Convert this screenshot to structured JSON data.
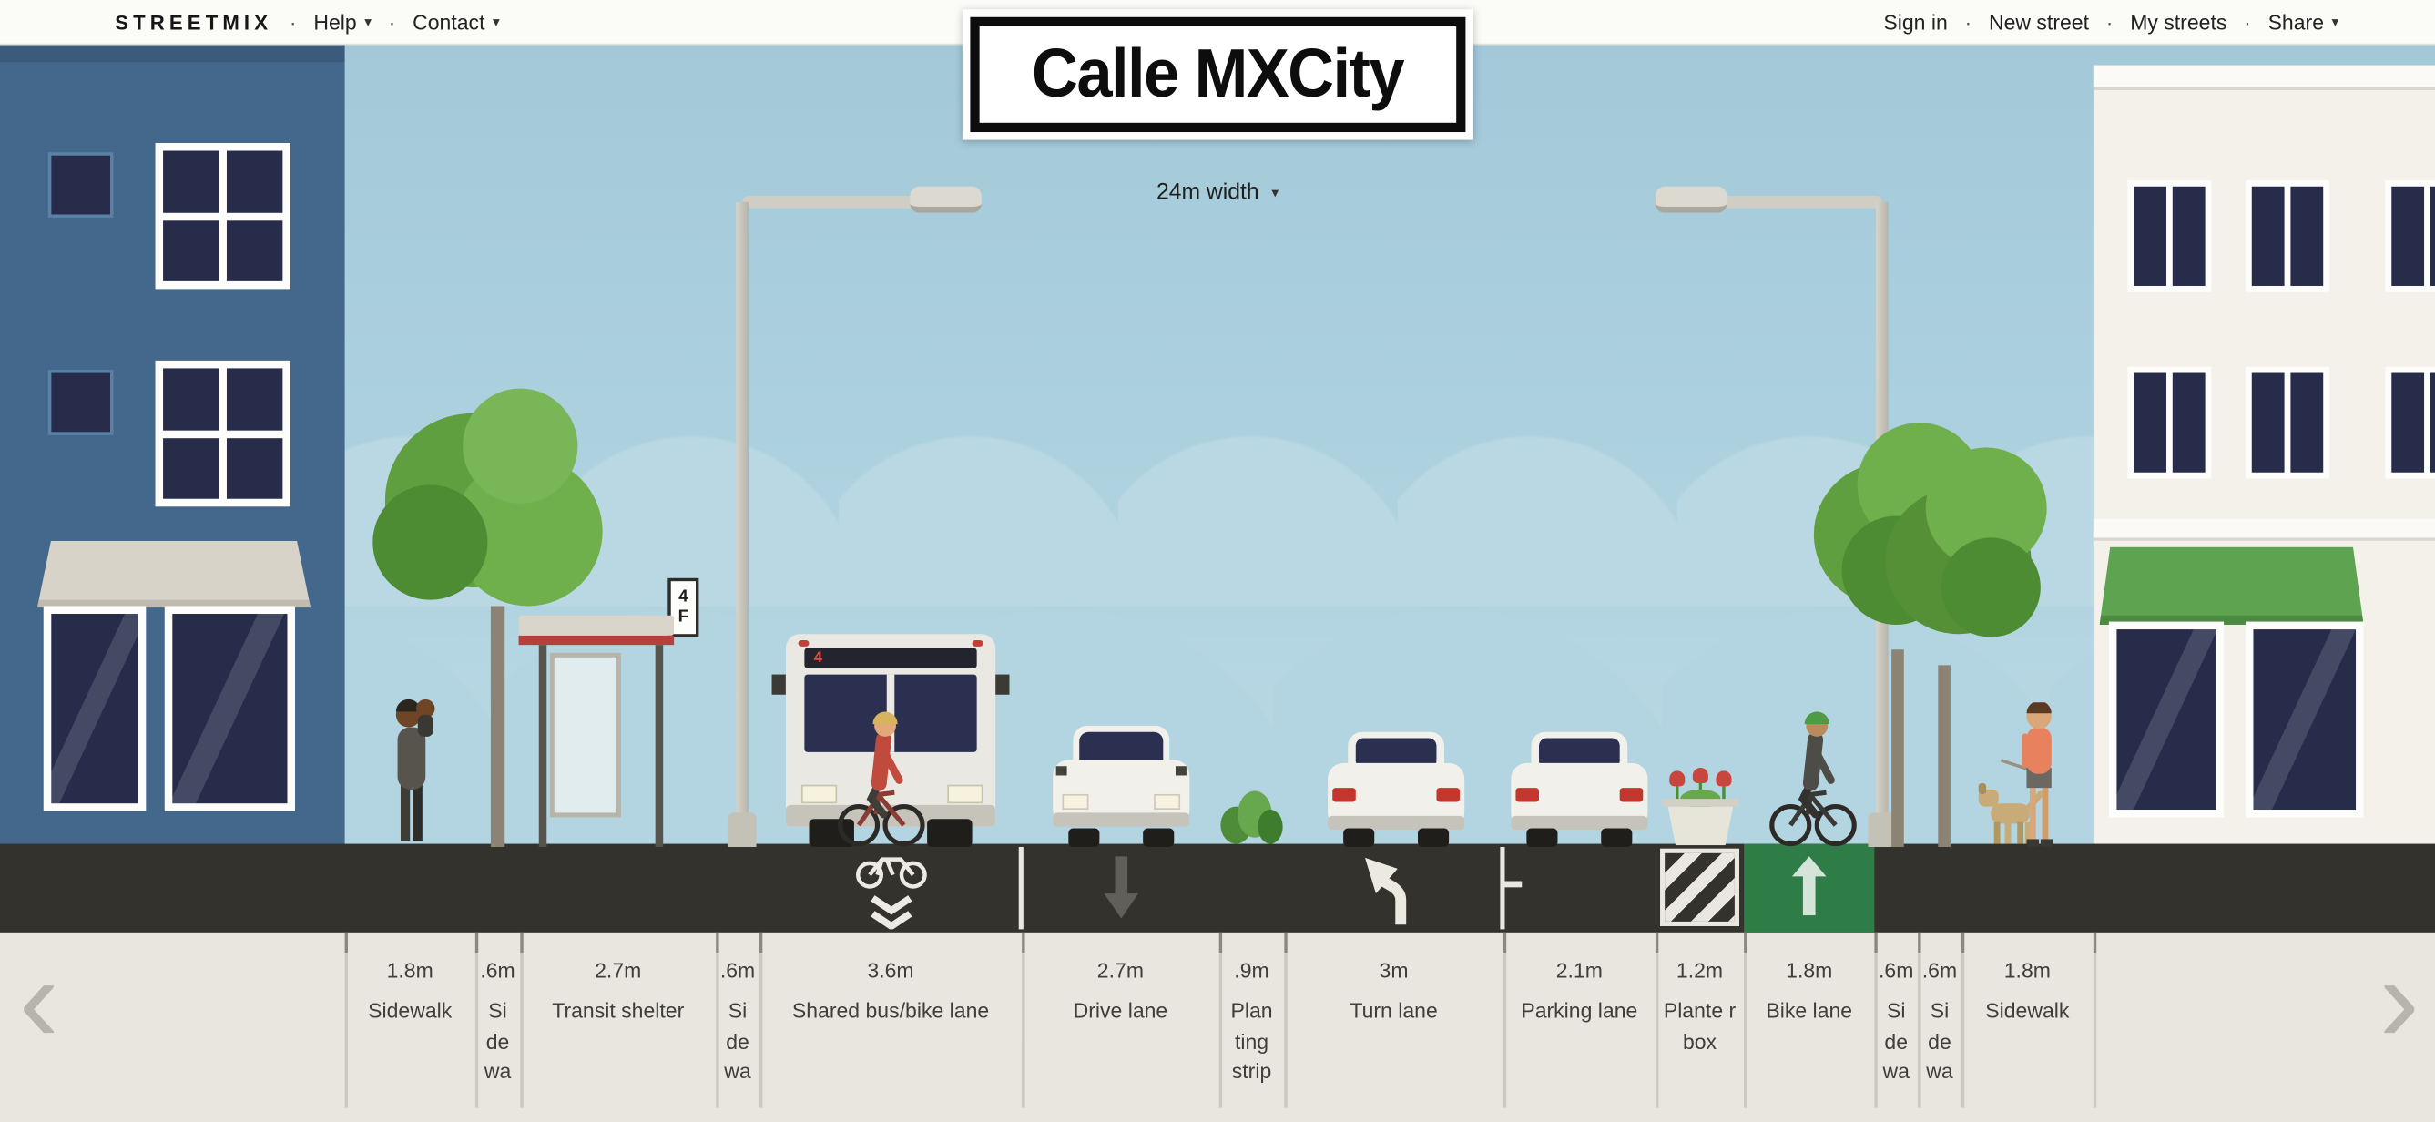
{
  "nav": {
    "brand": "STREETMIX",
    "sep": "·",
    "caret": "▾",
    "help": "Help",
    "contact": "Contact",
    "sign_in": "Sign in",
    "new_street": "New street",
    "my_streets": "My streets",
    "share": "Share"
  },
  "street": {
    "name": "Calle MXCity",
    "width_label": "24m width",
    "caret": "▾"
  },
  "pager": {
    "prev": "‹",
    "next": "›"
  },
  "bus": {
    "route": "4"
  },
  "shelter_sign": {
    "line1": "4",
    "line2": "F"
  },
  "segments": [
    {
      "width": "1.8m",
      "name": "Sidewalk"
    },
    {
      "width": ".6m",
      "name": "Si de wa"
    },
    {
      "width": "2.7m",
      "name": "Transit shelter"
    },
    {
      "width": ".6m",
      "name": "Si de wa"
    },
    {
      "width": "3.6m",
      "name": "Shared bus/bike lane"
    },
    {
      "width": "2.7m",
      "name": "Drive lane"
    },
    {
      "width": ".9m",
      "name": "Plan ting strip"
    },
    {
      "width": "3m",
      "name": "Turn lane"
    },
    {
      "width": "2.1m",
      "name": "Parking lane"
    },
    {
      "width": "1.2m",
      "name": "Plante r box"
    },
    {
      "width": "1.8m",
      "name": "Bike lane"
    },
    {
      "width": ".6m",
      "name": "Si de wa"
    },
    {
      "width": ".6m",
      "name": "Si de wa"
    },
    {
      "width": "1.8m",
      "name": "Sidewalk"
    }
  ],
  "colors": {
    "sky": "#aed2df",
    "asphalt": "#33322c",
    "bike_lane_green": "#2e7d46",
    "building_left": "#44688b",
    "building_right": "#f3f1ea",
    "awning_left": "#d7d3c9",
    "awning_green": "#5ea350",
    "ui_background": "#fbfbf8",
    "ground": "#e8e6df",
    "sign_border": "#0d0d0d"
  }
}
